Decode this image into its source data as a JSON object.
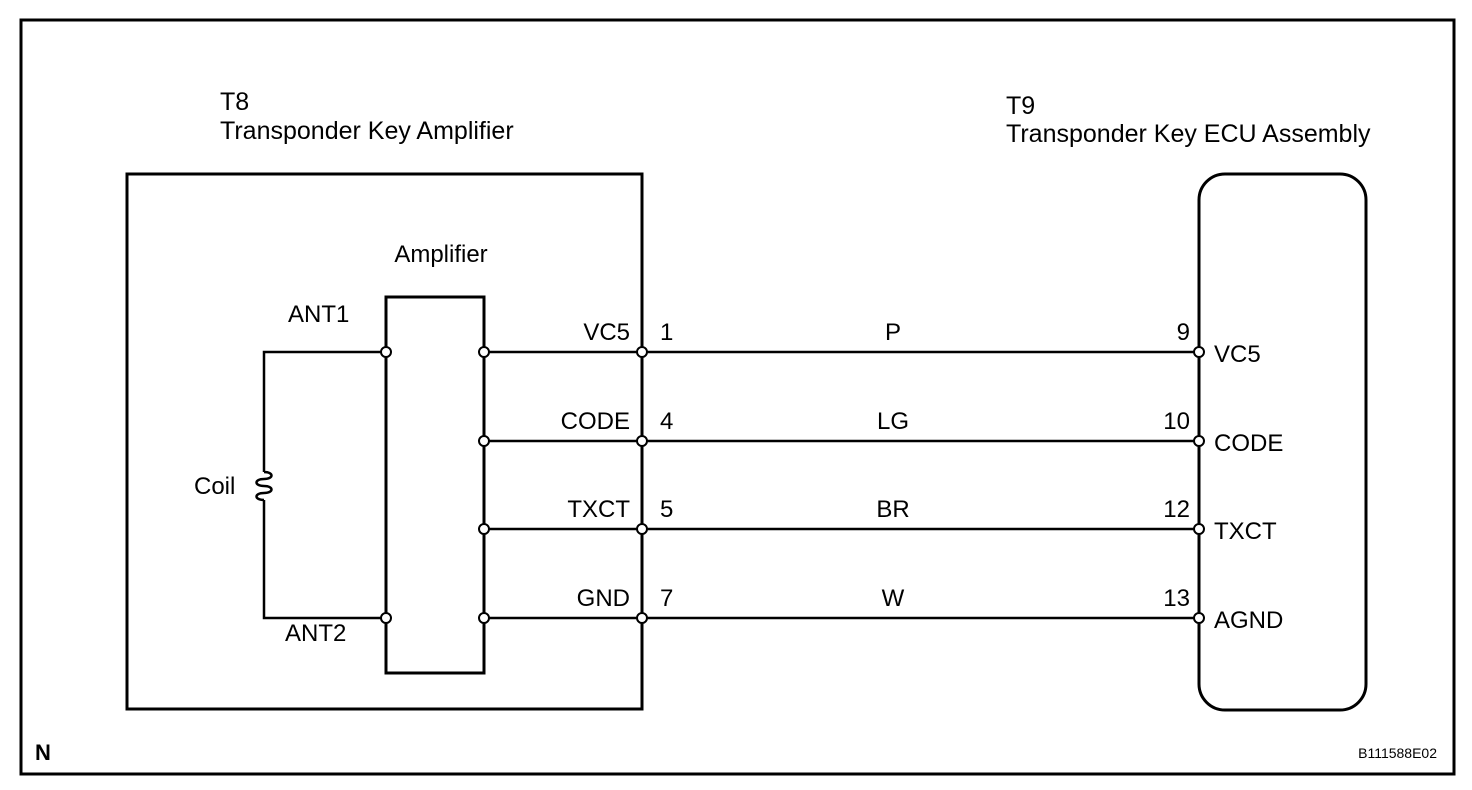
{
  "diagram": {
    "left_component": {
      "id": "T8",
      "name": "Transponder Key Amplifier",
      "inner_block_label": "Amplifier",
      "ant1_label": "ANT1",
      "ant2_label": "ANT2",
      "coil_label": "Coil"
    },
    "right_component": {
      "id": "T9",
      "name": "Transponder Key ECU Assembly"
    },
    "connections": [
      {
        "amp_terminal": "VC5",
        "amp_pin": "1",
        "wire_color": "P",
        "ecu_pin": "9",
        "ecu_terminal": "VC5"
      },
      {
        "amp_terminal": "CODE",
        "amp_pin": "4",
        "wire_color": "LG",
        "ecu_pin": "10",
        "ecu_terminal": "CODE"
      },
      {
        "amp_terminal": "TXCT",
        "amp_pin": "5",
        "wire_color": "BR",
        "ecu_pin": "12",
        "ecu_terminal": "TXCT"
      },
      {
        "amp_terminal": "GND",
        "amp_pin": "7",
        "wire_color": "W",
        "ecu_pin": "13",
        "ecu_terminal": "AGND"
      }
    ],
    "corner_mark": "N",
    "figure_code": "B111588E02"
  }
}
